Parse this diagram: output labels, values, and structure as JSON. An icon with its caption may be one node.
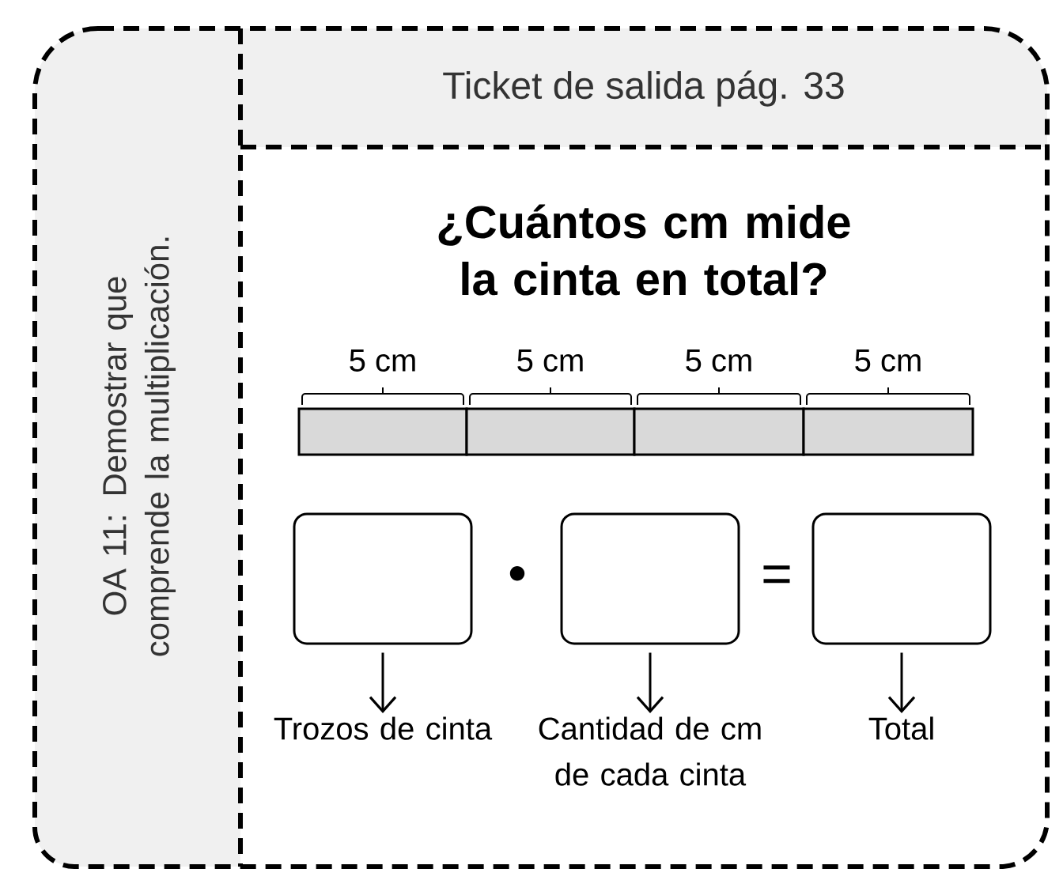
{
  "diagram": {
    "title": "¿Cuántos cm mide la cinta en total?",
    "nodes": [
      {
        "text": [
          "Ticket de salida pág. 33"
        ]
      },
      {
        "text": [
          "OA 11: Demostrar que comprende la multiplicación."
        ]
      },
      {
        "text": [],
        "shape": "bar",
        "beside": [
          "5 cm"
        ]
      },
      {
        "text": [],
        "shape": "bar",
        "beside": [
          "5 cm"
        ]
      },
      {
        "text": [],
        "shape": "bar",
        "beside": [
          "5 cm"
        ]
      },
      {
        "text": [],
        "shape": "bar",
        "beside": [
          "5 cm"
        ]
      },
      {
        "text": [],
        "shape": "box"
      },
      {
        "text": [],
        "shape": "box"
      },
      {
        "text": [],
        "shape": "box"
      },
      {
        "text": [
          "Trozos de cinta"
        ]
      },
      {
        "text": [
          "Cantidad de cm de cada cinta"
        ]
      },
      {
        "text": [
          "Total"
        ]
      }
    ],
    "edges": [
      {
        "from": 6,
        "to": 9,
        "arrow": "to"
      },
      {
        "from": 7,
        "to": 10,
        "arrow": "to"
      },
      {
        "from": 8,
        "to": 11,
        "arrow": "to"
      }
    ],
    "labels": [
      "•",
      "="
    ]
  }
}
